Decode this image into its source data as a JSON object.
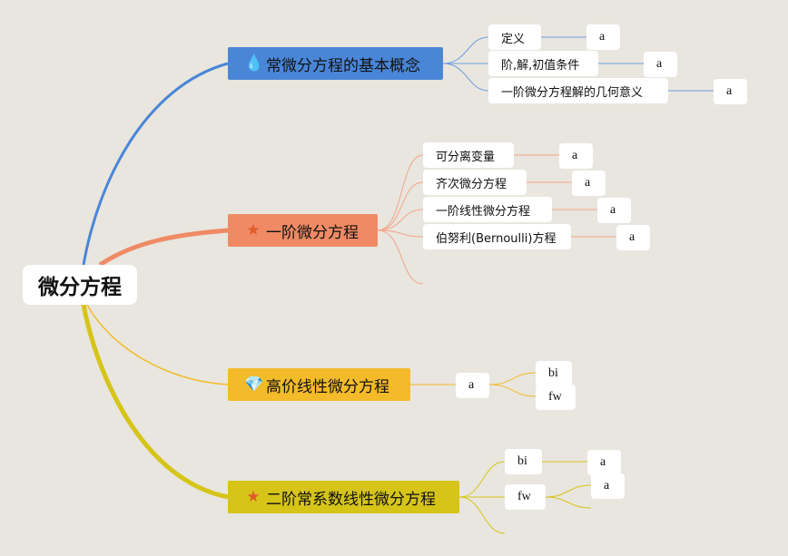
{
  "root": {
    "label": "微分方程"
  },
  "branches": [
    {
      "label": "常微分方程的基本概念",
      "icon": "water-drop-icon",
      "glyph": "💧",
      "color": "#4a86d8"
    },
    {
      "label": "一阶微分方程",
      "icon": "star-icon",
      "glyph": "★",
      "color": "#f08a65"
    },
    {
      "label": "高价线性微分方程",
      "icon": "gem-icon",
      "glyph": "💎",
      "color": "#f3bb2a"
    },
    {
      "label": "二阶常系数线性微分方程",
      "icon": "star-icon",
      "glyph": "★",
      "color": "#d6c419"
    }
  ],
  "b1": {
    "children": [
      "定义",
      "阶,解,初值条件",
      "一阶微分方程解的几何意义"
    ],
    "values": [
      "a",
      "a",
      "a"
    ]
  },
  "b2": {
    "children": [
      "可分离变量",
      "齐次微分方程",
      "一阶线性微分方程",
      "伯努利(Bernoulli)方程"
    ],
    "values": [
      "a",
      "a",
      "a",
      "a"
    ]
  },
  "b3": {
    "child": "a",
    "grandchildren": [
      "bi",
      "fw"
    ]
  },
  "b4": {
    "children": [
      "bi",
      "fw"
    ],
    "bi_value": "a",
    "fw_value": "a"
  }
}
